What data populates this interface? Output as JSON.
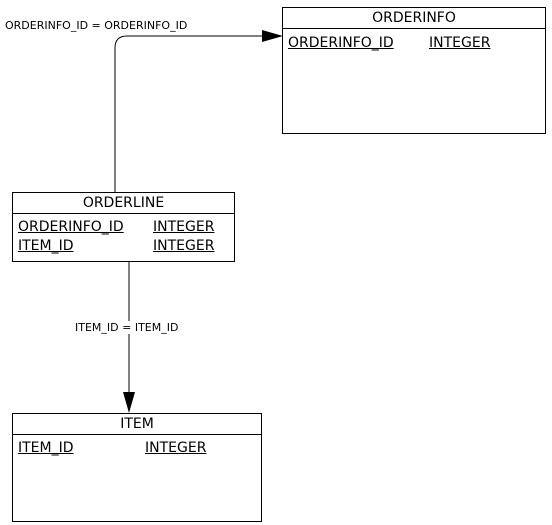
{
  "relationships": [
    {
      "label": "ORDERINFO_ID = ORDERINFO_ID"
    },
    {
      "label": "ITEM_ID = ITEM_ID"
    }
  ],
  "entities": {
    "orderinfo": {
      "name": "ORDERINFO",
      "attributes": [
        {
          "name": "ORDERINFO_ID",
          "type": "INTEGER"
        }
      ]
    },
    "orderline": {
      "name": "ORDERLINE",
      "attributes": [
        {
          "name": "ORDERINFO_ID",
          "type": "INTEGER"
        },
        {
          "name": "ITEM_ID",
          "type": "INTEGER"
        }
      ]
    },
    "item": {
      "name": "ITEM",
      "attributes": [
        {
          "name": "ITEM_ID",
          "type": "INTEGER"
        }
      ]
    }
  }
}
